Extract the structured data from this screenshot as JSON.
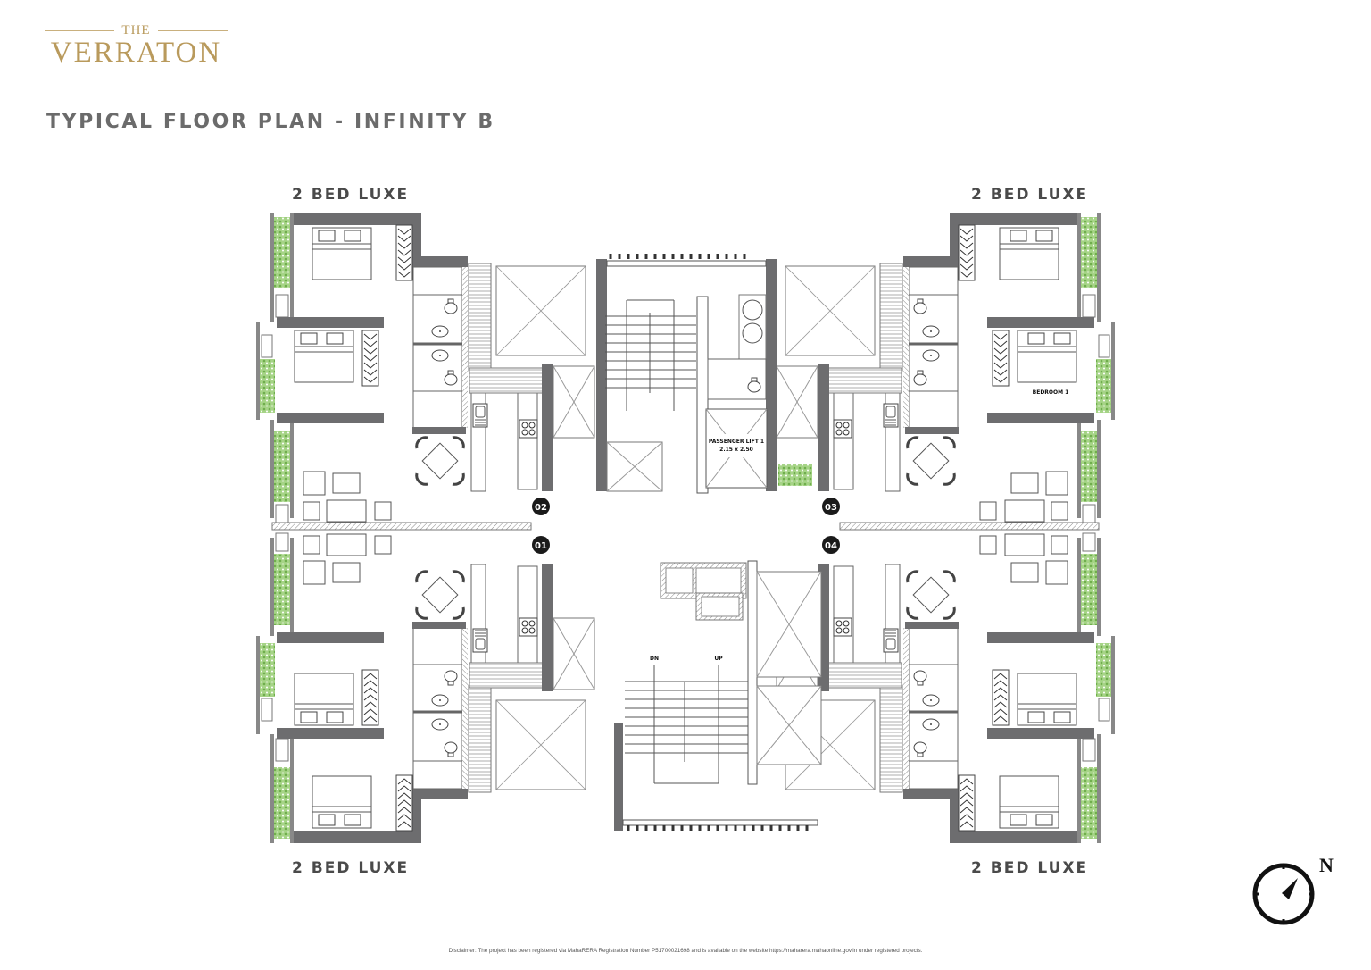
{
  "brand": {
    "prefix": "THE",
    "name": "VERRATON",
    "color": "#b99a5c"
  },
  "page": {
    "title": "TYPICAL FLOOR PLAN - INFINITY B"
  },
  "units": [
    {
      "id": "unit-top-left",
      "label": "2 BED LUXE",
      "marker": "02"
    },
    {
      "id": "unit-top-right",
      "label": "2 BED LUXE",
      "marker": "03"
    },
    {
      "id": "unit-bottom-left",
      "label": "2 BED LUXE",
      "marker": "01"
    },
    {
      "id": "unit-bottom-right",
      "label": "2 BED LUXE",
      "marker": "04"
    }
  ],
  "plan": {
    "lift_label": "PASSENGER LIFT 1",
    "lift_size": "2.15 x 2.50",
    "room_label": "BEDROOM 1",
    "stair_down": "DN",
    "stair_up": "UP",
    "wall_color": "#6d6d6f",
    "planter_color": "#8cc46a"
  },
  "compass": {
    "label": "N",
    "icon": "compass-north-icon"
  },
  "disclaimer": "Disclaimer: The project has been registered via MahaRERA Registration Number P51700021698 and is available on the website https://maharera.mahaonline.gov.in under registered projects."
}
